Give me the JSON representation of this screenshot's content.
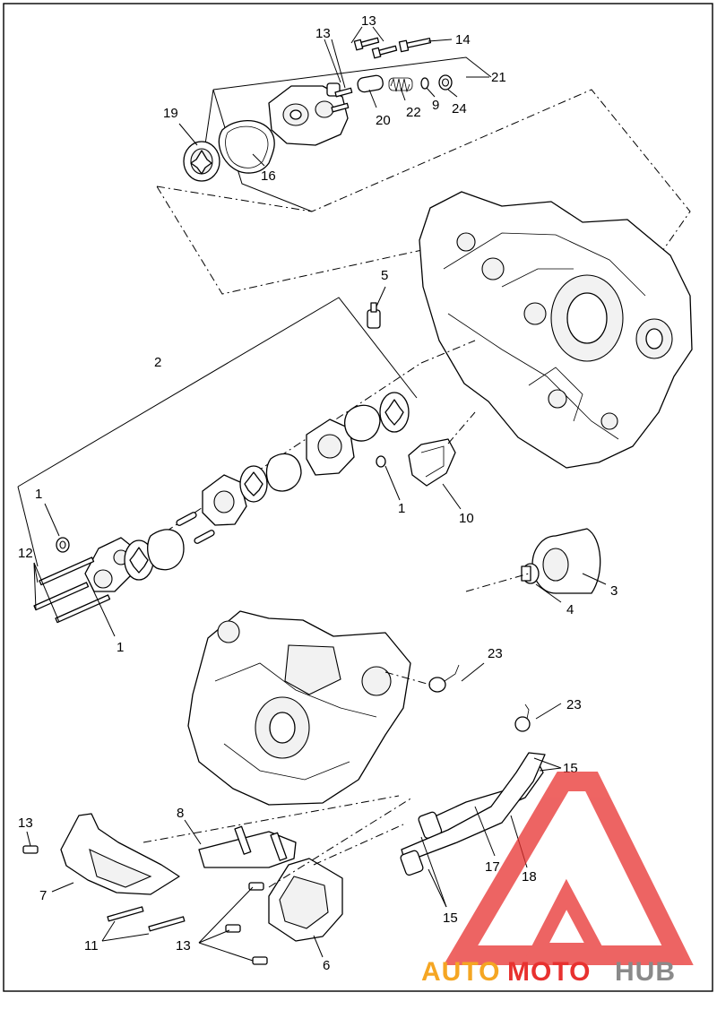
{
  "callouts": [
    {
      "id": "c13a",
      "text": "13"
    },
    {
      "id": "c13b",
      "text": "13"
    },
    {
      "id": "c14",
      "text": "14"
    },
    {
      "id": "c21",
      "text": "21"
    },
    {
      "id": "c19",
      "text": "19"
    },
    {
      "id": "c20",
      "text": "20"
    },
    {
      "id": "c22",
      "text": "22"
    },
    {
      "id": "c9",
      "text": "9"
    },
    {
      "id": "c24",
      "text": "24"
    },
    {
      "id": "c16",
      "text": "16"
    },
    {
      "id": "c5",
      "text": "5"
    },
    {
      "id": "c2",
      "text": "2"
    },
    {
      "id": "c1a",
      "text": "1"
    },
    {
      "id": "c12",
      "text": "12"
    },
    {
      "id": "c1b",
      "text": "1"
    },
    {
      "id": "c1c",
      "text": "1"
    },
    {
      "id": "c10",
      "text": "10"
    },
    {
      "id": "c3",
      "text": "3"
    },
    {
      "id": "c4",
      "text": "4"
    },
    {
      "id": "c23a",
      "text": "23"
    },
    {
      "id": "c23b",
      "text": "23"
    },
    {
      "id": "c15a",
      "text": "15"
    },
    {
      "id": "c13c",
      "text": "13"
    },
    {
      "id": "c8",
      "text": "8"
    },
    {
      "id": "c17",
      "text": "17"
    },
    {
      "id": "c18",
      "text": "18"
    },
    {
      "id": "c7",
      "text": "7"
    },
    {
      "id": "c11",
      "text": "11"
    },
    {
      "id": "c13d",
      "text": "13"
    },
    {
      "id": "c15b",
      "text": "15"
    },
    {
      "id": "c6",
      "text": "6"
    }
  ],
  "watermark": {
    "part1": "AUTO",
    "part2": "MOTO",
    "part3": "HUB",
    "color_orange": "#f5a623",
    "color_red": "#e8312f",
    "color_gray": "#8a8a8a"
  }
}
